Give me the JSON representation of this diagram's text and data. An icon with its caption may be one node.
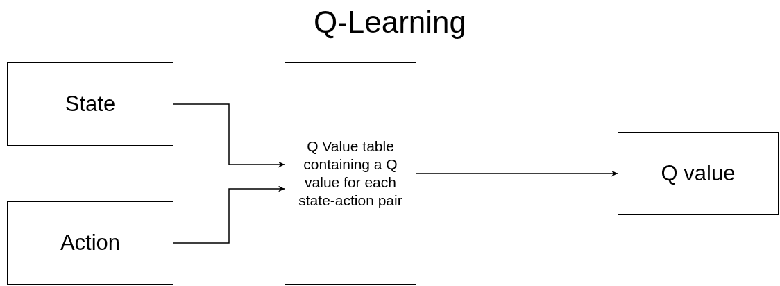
{
  "diagram": {
    "title": "Q-Learning",
    "nodes": [
      {
        "text": [
          "State"
        ]
      },
      {
        "text": [
          "Action"
        ]
      },
      {
        "text": [
          "Q Value table containing a Q value for each state-action pair"
        ]
      },
      {
        "text": [
          "Q value"
        ]
      }
    ],
    "edges": [
      {
        "from": 0,
        "to": 2,
        "arrow": "to"
      },
      {
        "from": 1,
        "to": 2,
        "arrow": "to"
      },
      {
        "from": 2,
        "to": 3,
        "arrow": "to"
      }
    ]
  }
}
